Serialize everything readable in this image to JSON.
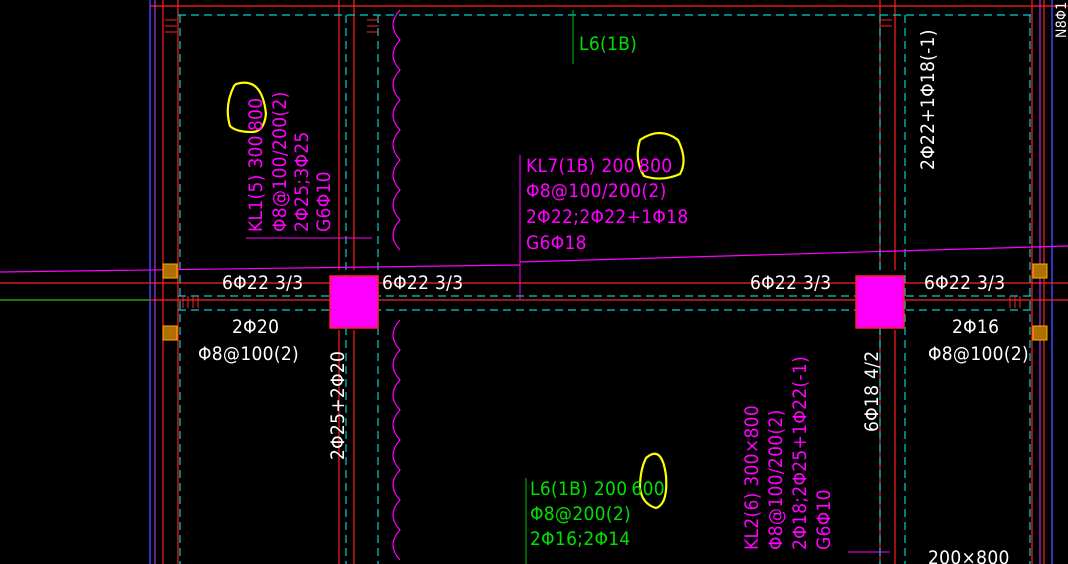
{
  "colors": {
    "background": "#000000",
    "white": "#ffffff",
    "magenta": "#ff00ff",
    "green": "#00e000",
    "yellow": "#ffff00",
    "red": "#ff2020",
    "cyan": "#00d0d0",
    "blue": "#4040ff",
    "orange": "#d08000",
    "violet": "#d040ff"
  },
  "labels": {
    "l6_top": "L6(1B)",
    "kl1_line1": "KL1(5) 300",
    "kl1_dim": "800",
    "kl1_line2": "Φ8@100/200(2)",
    "kl1_line3": "2Φ25;3Φ25",
    "kl1_line4": "G6Φ10",
    "kl7_line1": "KL7(1B) 200",
    "kl7_dim": "800",
    "kl7_line2": "Φ8@100/200(2)",
    "kl7_line3": "2Φ22;2Φ22+1Φ18",
    "kl7_line4": "G6Φ18",
    "top_right_vertical": "2Φ22+1Φ18(-1)",
    "beam_top_left": "6Φ22 3/3",
    "beam_top_center_left": "6Φ22 3/3",
    "beam_top_center_right": "6Φ22 3/3",
    "beam_top_right": "6Φ22 3/3",
    "bottom_left_1": "2Φ20",
    "bottom_left_2": "Φ8@100(2)",
    "bottom_right_1": "2Φ16",
    "bottom_right_2": "Φ8@100(2)",
    "col_left_vertical": "2Φ25+2Φ20",
    "col_right_vertical": "6Φ18 4/2",
    "l6_bottom_line1": "L6(1B) 200",
    "l6_bottom_dim": "600",
    "l6_bottom_line2": "Φ8@200(2)",
    "l6_bottom_line3": "2Φ16;2Φ14",
    "kl2_line1": "KL2(6) 300×800",
    "kl2_line2": "Φ8@100/200(2)",
    "kl2_line3": "2Φ18;2Φ25+1Φ22(-1)",
    "kl2_line4": "G6Φ10",
    "bottom_right_dim": "200×800",
    "edge_right_top": "N8Φ1"
  }
}
